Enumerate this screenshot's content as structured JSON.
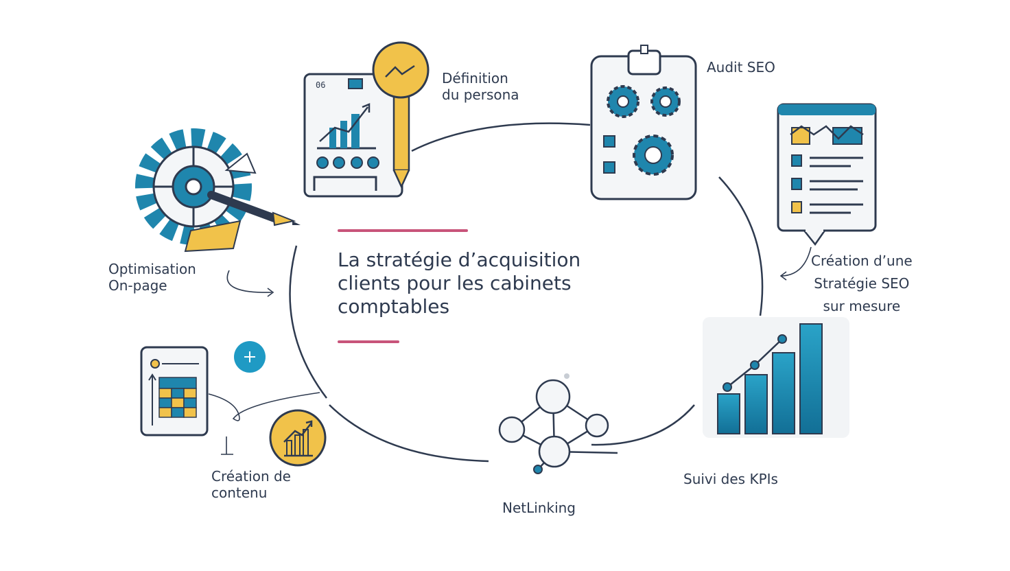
{
  "title": "La stratégie d’acquisition\nclients pour les cabinets\ncomptables",
  "steps": {
    "persona": "Définition\ndu persona",
    "audit": "Audit SEO",
    "strategy": "Création d’une\nStratégie SEO\nsur mesure",
    "kpi": "Suivi des KPIs",
    "netlinking": "NetLinking",
    "content": "Création de\ncontenu",
    "onpage": "Optimisation\nOn-page"
  },
  "icons": {
    "persona": "dashboard-key-icon",
    "audit": "clipboard-gears-icon",
    "strategy": "document-checklist-icon",
    "kpi": "bar-chart-icon",
    "netlinking": "network-nodes-icon",
    "content": "spreadsheet-icon",
    "onpage": "gear-pen-icon"
  },
  "dashboard_tag": "06",
  "colors": {
    "primary": "#1f86ad",
    "accent": "#f1c24a",
    "dark": "#2e3a4f",
    "title_bar": "#c8547a"
  }
}
